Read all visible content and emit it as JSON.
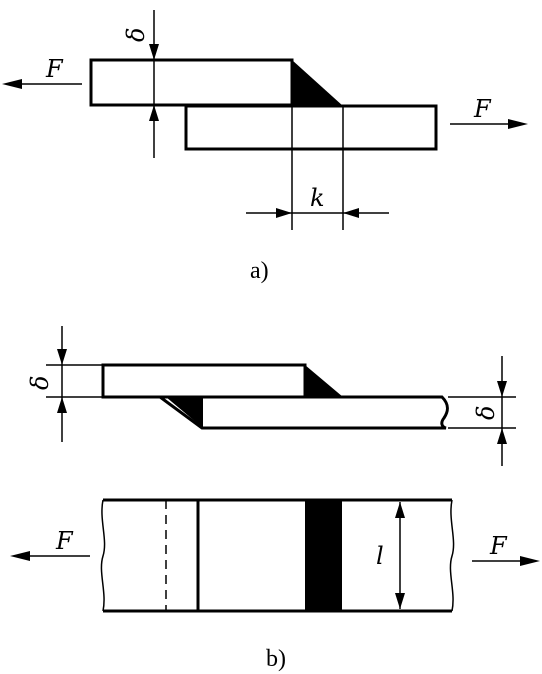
{
  "figure_a": {
    "caption": "a)",
    "force_left": "F",
    "force_right": "F",
    "thickness": "δ",
    "leg": "k"
  },
  "figure_b": {
    "caption": "b)",
    "force_left": "F",
    "force_right": "F",
    "thickness_left": "δ",
    "thickness_right": "δ",
    "length": "l"
  },
  "colors": {
    "ink": "#000000",
    "paper": "#ffffff"
  }
}
